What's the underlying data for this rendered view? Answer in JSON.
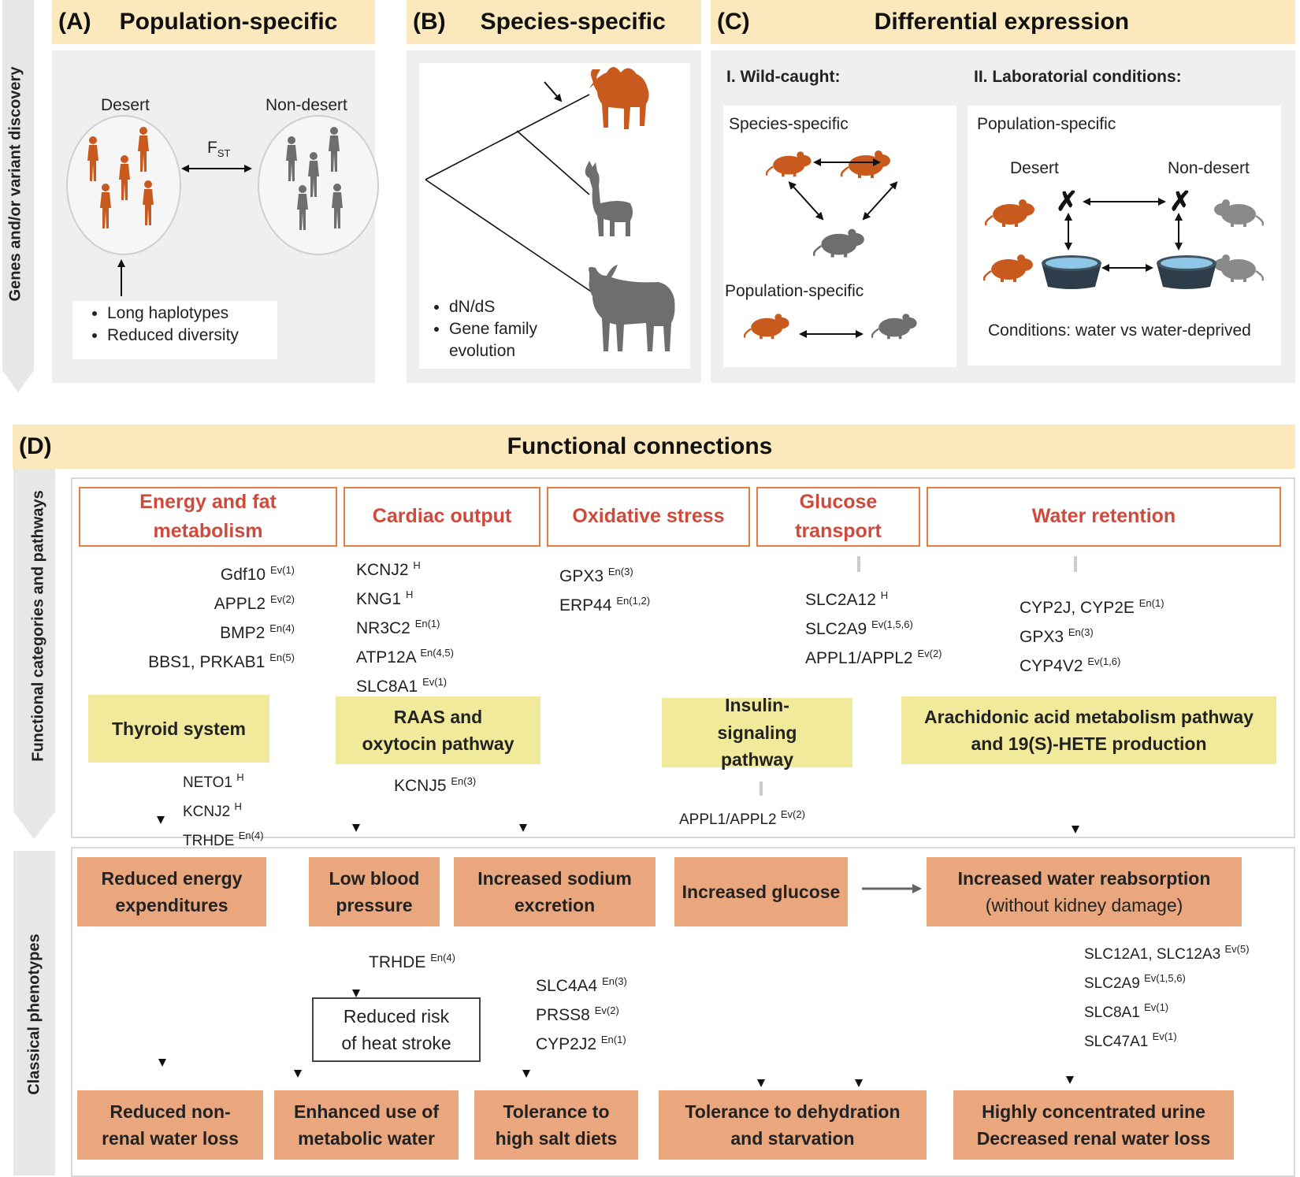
{
  "sidebars": {
    "top": "Genes and/or variant discovery",
    "mid": "Functional categories and pathways",
    "bottom": "Classical phenotypes"
  },
  "panel_a": {
    "label": "(A)",
    "title": "Population-specific",
    "desert": "Desert",
    "nondesert": "Non-desert",
    "fst_main": "F",
    "fst_sub": "ST",
    "bullets": [
      "Long haplotypes",
      "Reduced diversity"
    ]
  },
  "panel_b": {
    "label": "(B)",
    "title": "Species-specific",
    "bullets": [
      "dN/dS",
      "Gene family",
      "evolution"
    ]
  },
  "panel_c": {
    "label": "(C)",
    "title": "Differential expression",
    "wild": "I. Wild-caught:",
    "lab": "II. Laboratorial conditions:",
    "species_specific": "Species-specific",
    "population_specific": "Population-specific",
    "lab_population_specific": "Population-specific",
    "desert": "Desert",
    "nondesert": "Non-desert",
    "conditions": "Conditions: water vs water-deprived",
    "x": "✗"
  },
  "panel_d": {
    "label": "(D)",
    "title": "Functional connections",
    "categories": [
      "Energy and fat metabolism",
      "Cardiac output",
      "Oxidative stress",
      "Glucose transport",
      "Water retention"
    ],
    "pathways": [
      "Thyroid system",
      "RAAS and oxytocin pathway",
      "Insulin-signaling pathway",
      "Arachidonic acid metabolism pathway and 19(S)-HETE production"
    ],
    "phenotypes_top": [
      "Reduced energy expenditures",
      "Low blood pressure",
      "Increased sodium excretion",
      "Increased glucose",
      "Increased water reabsorption",
      "(without kidney damage)"
    ],
    "phenotypes_bottom": [
      "Reduced non-renal water loss",
      "Enhanced use of metabolic water",
      "Tolerance to high salt diets",
      "Tolerance to dehydration and starvation",
      "Highly concentrated urine",
      "Decreased renal water loss"
    ],
    "heat_stroke": "Reduced risk of heat stroke"
  },
  "genes": {
    "energy": [
      [
        "Gdf10",
        "Ev(1)"
      ],
      [
        "APPL2",
        "Ev(2)"
      ],
      [
        "BMP2",
        "En(4)"
      ],
      [
        "BBS1, PRKAB1",
        "En(5)"
      ]
    ],
    "cardiac": [
      [
        "KCNJ2",
        "H"
      ],
      [
        "KNG1",
        "H"
      ],
      [
        "NR3C2",
        "En(1)"
      ],
      [
        "ATP12A",
        "En(4,5)"
      ],
      [
        "SLC8A1",
        "Ev(1)"
      ]
    ],
    "oxidative": [
      [
        "GPX3",
        "En(3)"
      ],
      [
        "ERP44",
        "En(1,2)"
      ]
    ],
    "glucose": [
      [
        "SLC2A12",
        "H"
      ],
      [
        "SLC2A9",
        "Ev(1,5,6)"
      ],
      [
        "APPL1/APPL2",
        "Ev(2)"
      ]
    ],
    "water": [
      [
        "CYP2J, CYP2E",
        "En(1)"
      ],
      [
        "GPX3",
        "En(3)"
      ],
      [
        "CYP4V2",
        "Ev(1,6)"
      ]
    ],
    "thyroid": [
      [
        "NETO1",
        "H"
      ],
      [
        "KCNJ2",
        "H"
      ],
      [
        "TRHDE",
        "En(4)"
      ]
    ],
    "raas": [
      [
        "KCNJ5",
        "En(3)"
      ]
    ],
    "insulin": [
      [
        "APPL1/APPL2",
        "Ev(2)"
      ]
    ],
    "bp": [
      [
        "TRHDE",
        "En(4)"
      ]
    ],
    "sodium": [
      [
        "SLC4A4",
        "En(3)"
      ],
      [
        "PRSS8",
        "Ev(2)"
      ],
      [
        "CYP2J2",
        "En(1)"
      ]
    ],
    "reabsorption": [
      [
        "SLC12A1, SLC12A3",
        "Ev(5)"
      ],
      [
        "SLC2A9",
        "Ev(1,5,6)"
      ],
      [
        "SLC8A1",
        "Ev(1)"
      ],
      [
        "SLC47A1",
        "Ev(1)"
      ]
    ]
  },
  "colors": {
    "orange": "#c85a1e",
    "grey": "#6e6e6e",
    "header": "#fbe9bd",
    "category_border": "#e87c3e",
    "phenotype": "#eaa77e",
    "pathway": "#f2ea9b"
  }
}
